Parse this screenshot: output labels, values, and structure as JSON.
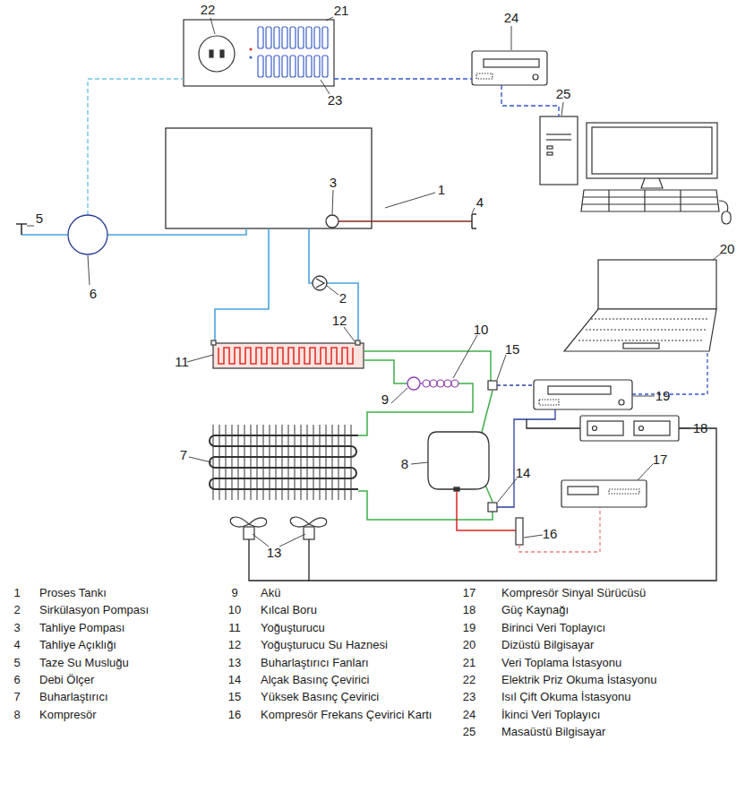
{
  "diagram": {
    "labels": [
      "1",
      "2",
      "3",
      "4",
      "5",
      "6",
      "7",
      "8",
      "9",
      "10",
      "11",
      "12",
      "13",
      "14",
      "15",
      "16",
      "17",
      "18",
      "19",
      "20",
      "21",
      "22",
      "23",
      "24",
      "25",
      "1",
      "Proses Tankı",
      "2",
      "Sirkülasyon Pompası",
      "3",
      "Tahliye Pompası",
      "4",
      "Tahliye Açıklığı",
      "5",
      "Taze Su Musluğu",
      "6",
      "Debi Ölçer",
      "7",
      "Buharlaştırıcı",
      "8",
      "Kompresör",
      "9",
      "Akü",
      "10",
      "Kılcal Boru",
      "11",
      "Yoğuşturucu",
      "12",
      "Yoğuşturucu Su Haznesi",
      "13",
      "Buharlaştırıcı Fanları",
      "14",
      "Alçak Basınç Çevirici",
      "15",
      "Yüksek Basınç Çevirici",
      "16",
      "Kompresör Frekans Çevirici Kartı",
      "17",
      "Kompresör Sinyal Sürücüsü",
      "18",
      "Güç Kaynağı",
      "19",
      "Birinci Veri Toplayıcı",
      "20",
      "Dizüstü Bilgisayar",
      "21",
      "Veri Toplama İstasyonu",
      "22",
      "Elektrik Priz Okuma İstasyonu",
      "23",
      "Isıl Çift Okuma İstasyonu",
      "24",
      "İkinci Veri Toplayıcı",
      "25",
      "Masaüstü Bilgisayar"
    ]
  }
}
